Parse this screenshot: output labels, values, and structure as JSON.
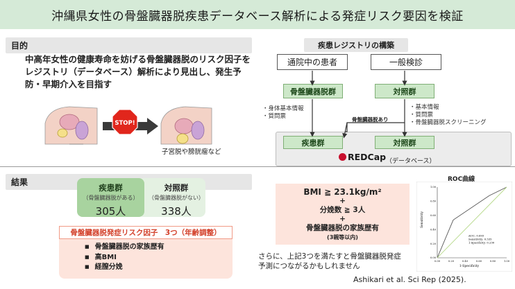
{
  "title": "沖縄県女性の骨盤臓器脱疾患データベース解析による発症リスク要因を検証",
  "objective": {
    "tab": "目的",
    "text": "中高年女性の健康寿命を妨げる骨盤臓器脱のリスク因子をレジストリ（データベース）解析により見出し、発生予防・早期介入を目指す",
    "stop_label": "STOP!",
    "caption": "子宮脱や膀胱瘤など"
  },
  "registry": {
    "title": "疾患レジストリの構築",
    "top_left": "通院中の患者",
    "top_right": "一般検診",
    "mid_left": "骨盤臓器脱群",
    "mid_right": "対照群",
    "left_info": [
      "・身体基本情報",
      "・質問票"
    ],
    "right_info": [
      "・基本情報",
      "・質問票",
      "・骨盤臓器脱スクリーニング"
    ],
    "arrow_label": "骨盤臓器脱あり",
    "bottom_left": "疾患群",
    "bottom_right": "対照群",
    "logo": "REDCap",
    "database_label": "（データベース）",
    "colors": {
      "green": "#cde8c9",
      "logo_red": "#c8102e"
    }
  },
  "results": {
    "tab": "結果",
    "disease_group": {
      "name": "疾患群",
      "sub": "（骨盤臓器脱がある）",
      "count": "305人"
    },
    "control_group": {
      "name": "対照群",
      "sub": "（骨盤臓器脱がない）",
      "count": "338人"
    },
    "risk_header": "骨盤臓器脱発症リスク因子　3つ（年齢調整）",
    "risk_factors": [
      "骨盤臓器脱の家族歴有",
      "高BMI",
      "経膣分娩"
    ],
    "bmi_lines": [
      "BMI ≧ 23.1kg/m²",
      "+",
      "分娩数 ≧ 3人",
      "+",
      "骨盤臓器脱の家族歴有"
    ],
    "bmi_sub": "(3親等以内)",
    "note_lines": [
      "さらに、上記3つを満たすと骨盤臓器脱発症",
      "予測につながるかもしれません"
    ],
    "citation": "Ashikari et al. Sci Rep (2025)."
  },
  "roc": {
    "title": "ROC曲線",
    "xlabel": "1-Specificity",
    "ylabel": "Sensitivity",
    "x_ticks": [
      "0.00",
      "0.20",
      "0.40",
      "0.60",
      "0.80",
      "1.00"
    ],
    "y_ticks": [
      "0.00",
      "0.20",
      "0.40",
      "0.60",
      "0.80",
      "1.00"
    ],
    "annotations": [
      "AUC: 0.693",
      "Sensitivity: 0.535",
      "1-Specificity: 0.230"
    ]
  },
  "chart_data": {
    "type": "line",
    "title": "ROC曲線",
    "xlabel": "1-Specificity",
    "ylabel": "Sensitivity",
    "xlim": [
      0,
      1
    ],
    "ylim": [
      0,
      1
    ],
    "series": [
      {
        "x": [
          0.0,
          0.23,
          0.75,
          1.0
        ],
        "values": [
          0.0,
          0.535,
          0.88,
          1.0
        ]
      },
      {
        "x": [
          0.0,
          1.0
        ],
        "values": [
          0.0,
          1.0
        ]
      }
    ]
  }
}
